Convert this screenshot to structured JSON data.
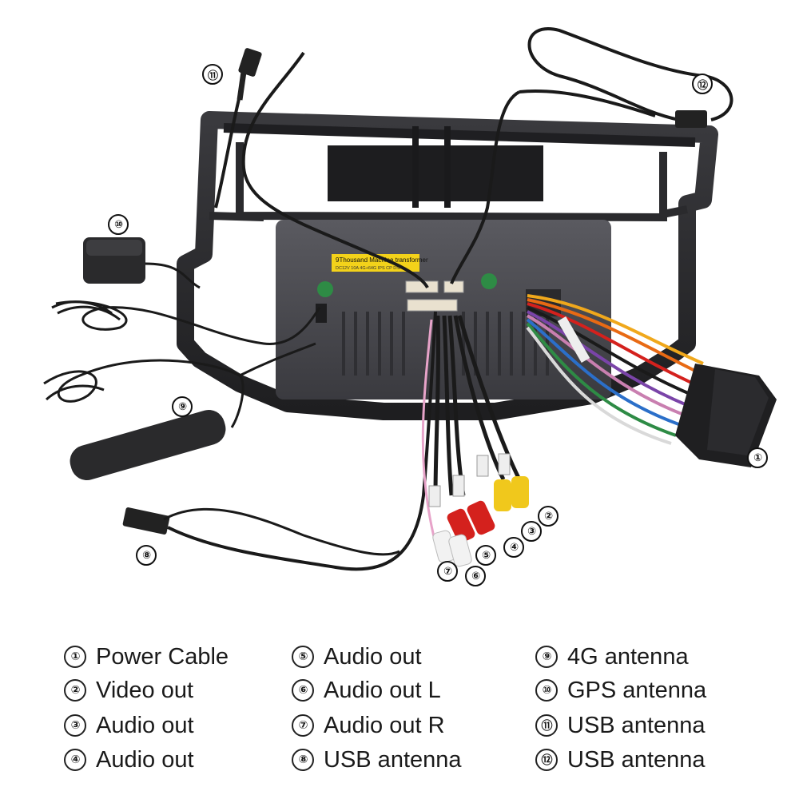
{
  "callouts": [
    "①",
    "②",
    "③",
    "④",
    "⑤",
    "⑥",
    "⑦",
    "⑧",
    "⑨",
    "⑩",
    "⑪",
    "⑫"
  ],
  "unit_label": {
    "line1": "9Thousand Machine transformer",
    "line2": "DC12V 10A 4G+64G IPS CP DSP"
  },
  "legend": [
    {
      "num": "①",
      "label": "Power Cable"
    },
    {
      "num": "②",
      "label": "Video out"
    },
    {
      "num": "③",
      "label": "Audio out"
    },
    {
      "num": "④",
      "label": "Audio out"
    },
    {
      "num": "⑤",
      "label": "Audio out"
    },
    {
      "num": "⑥",
      "label": "Audio out L"
    },
    {
      "num": "⑦",
      "label": "Audio out R"
    },
    {
      "num": "⑧",
      "label": "USB antenna"
    },
    {
      "num": "⑨",
      "label": "4G antenna"
    },
    {
      "num": "⑩",
      "label": "GPS antenna"
    },
    {
      "num": "⑪",
      "label": "USB antenna"
    },
    {
      "num": "⑫",
      "label": "USB antenna"
    }
  ],
  "colors": {
    "frame": "#2b2b2e",
    "unit": "#4a4a4f",
    "sticker": "#f3d21a",
    "rca_red": "#d4211d",
    "rca_yellow": "#f0c81c",
    "rca_white": "#f2f2f2",
    "wire_pink": "#e7a3c9"
  },
  "icons": [
    "gps-antenna-icon",
    "4g-antenna-icon",
    "usb-plug-icon",
    "rca-plug-icon",
    "harness-connector-icon"
  ]
}
